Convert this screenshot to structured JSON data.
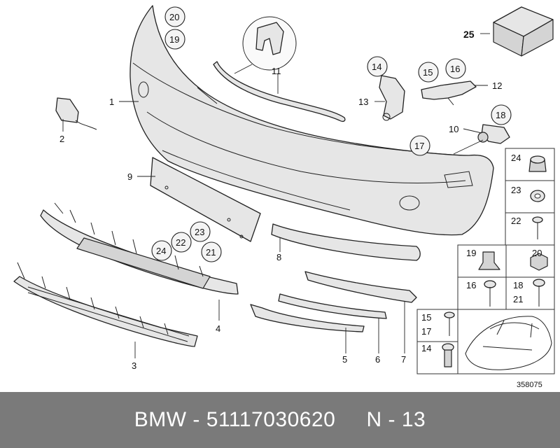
{
  "diagram": {
    "labels": [
      "1",
      "2",
      "3",
      "4",
      "5",
      "6",
      "7",
      "8",
      "9",
      "10",
      "11",
      "12",
      "13"
    ],
    "circled": [
      "14",
      "15",
      "16",
      "17",
      "18",
      "19",
      "20",
      "21",
      "22",
      "23",
      "24"
    ],
    "part_25": "25",
    "ref_code": "358075",
    "box_labels": [
      "24",
      "23",
      "22",
      "19",
      "20",
      "16",
      "18",
      "21",
      "15",
      "17",
      "14"
    ]
  },
  "footer": {
    "brand": "BMW",
    "sep1": " - ",
    "part_number": "51117030620",
    "sep2": "     ",
    "position": "N - 13"
  }
}
